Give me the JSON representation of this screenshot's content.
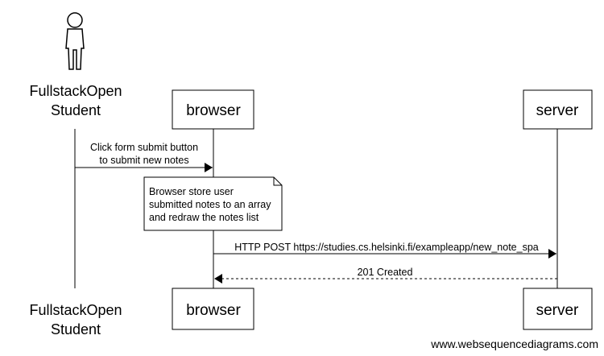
{
  "participants": {
    "student": {
      "name_line1": "FullstackOpen",
      "name_line2": "Student",
      "icon": "stick-figure-icon"
    },
    "browser": {
      "name": "browser"
    },
    "server": {
      "name": "server"
    }
  },
  "messages": [
    {
      "from": "FullstackOpen Student",
      "to": "browser",
      "line1": "Click form submit button",
      "line2": "to submit new notes",
      "style": "solid"
    },
    {
      "from": "browser",
      "to": "server",
      "line1": "HTTP POST https://studies.cs.helsinki.fi/exampleapp/new_note_spa",
      "style": "solid"
    },
    {
      "from": "server",
      "to": "browser",
      "line1": "201 Created",
      "style": "dashed"
    }
  ],
  "note": {
    "over": "browser",
    "line1": "Browser store user",
    "line2": "submitted notes to an array",
    "line3": "and redraw the notes list"
  },
  "watermark": "www.websequencediagrams.com"
}
